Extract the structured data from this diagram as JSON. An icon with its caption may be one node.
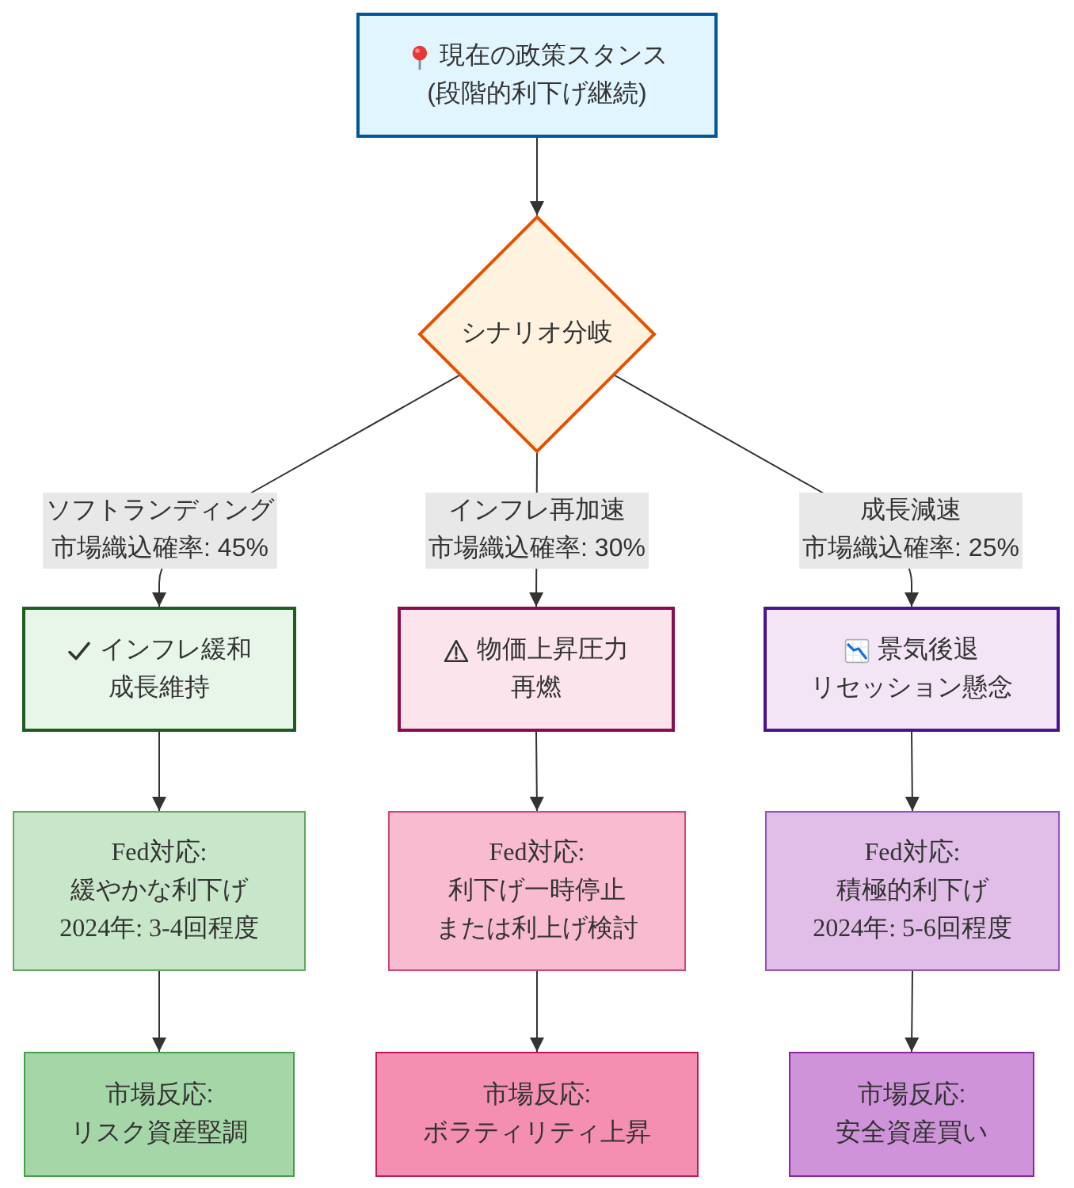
{
  "diagram": {
    "nodes": [
      {
        "text": [
          "現在の政策スタンス",
          "(段階的利下げ継続)"
        ]
      },
      {
        "text": [
          "シナリオ分岐"
        ]
      },
      {
        "text": [
          "インフレ緩和",
          "成長維持"
        ]
      },
      {
        "text": [
          "物価上昇圧力",
          "再燃"
        ]
      },
      {
        "text": [
          "景気後退",
          "リセッション懸念"
        ]
      },
      {
        "text": [
          "Fed対応:",
          "緩やかな利下げ",
          "2024年: 3-4回程度"
        ]
      },
      {
        "text": [
          "Fed対応:",
          "利下げ一時停止",
          "または利上げ検討"
        ]
      },
      {
        "text": [
          "Fed対応:",
          "積極的利下げ",
          "2024年: 5-6回程度"
        ]
      },
      {
        "text": [
          "市場反応:",
          "リスク資産堅調"
        ]
      },
      {
        "text": [
          "市場反応:",
          "ボラティリティ上昇"
        ]
      },
      {
        "text": [
          "市場反応:",
          "安全資産買い"
        ]
      }
    ],
    "edges": [
      {
        "from": 0,
        "to": 1,
        "arrow": "to"
      },
      {
        "from": 1,
        "to": 2,
        "arrow": "to",
        "label": "ソフトランディング市場織込確率: 45%"
      },
      {
        "from": 1,
        "to": 3,
        "arrow": "to",
        "label": "インフレ再加速市場織込確率: 30%"
      },
      {
        "from": 1,
        "to": 4,
        "arrow": "to",
        "label": "成長減速市場織込確率: 25%"
      },
      {
        "from": 2,
        "to": 5,
        "arrow": "to"
      },
      {
        "from": 3,
        "to": 6,
        "arrow": "to"
      },
      {
        "from": 4,
        "to": 7,
        "arrow": "to"
      },
      {
        "from": 5,
        "to": 8,
        "arrow": "to"
      },
      {
        "from": 6,
        "to": 9,
        "arrow": "to"
      },
      {
        "from": 7,
        "to": 10,
        "arrow": "to"
      }
    ]
  }
}
